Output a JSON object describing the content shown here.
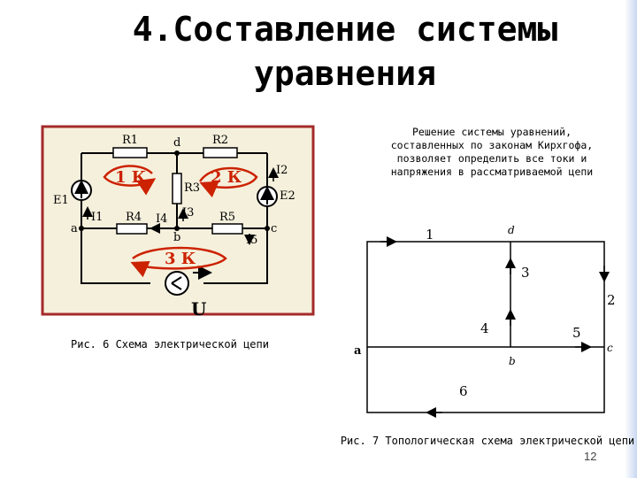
{
  "title": "4.Составление системы уравнения",
  "colors": {
    "circuit_background": "#f5f0dc",
    "circuit_border": "#a52a2a",
    "loop_arrow": "#cc2200",
    "wire": "#000000",
    "right_strip": "#c8d7f0"
  },
  "figure6": {
    "caption": "Рис. 6 Схема электрической цепи",
    "resistors": [
      "R1",
      "R2",
      "R3",
      "R4",
      "R5"
    ],
    "sources": [
      "E1",
      "E2"
    ],
    "currents": [
      "I1",
      "I2",
      "I3",
      "I4",
      "I5"
    ],
    "nodes": [
      "a",
      "b",
      "c",
      "d"
    ],
    "loops": [
      "1 К",
      "2 К",
      "3 К"
    ],
    "voltage_label": "U"
  },
  "figure7": {
    "caption": "Рис. 7 Топологическая схема электрической цепи",
    "nodes": [
      "a",
      "b",
      "c",
      "d"
    ],
    "branches": [
      "1",
      "2",
      "3",
      "4",
      "5",
      "6"
    ]
  },
  "description": "Решение системы уравнений, составленных по законам Кирхгофа, позволяет определить все токи и напряжения в рассматриваемой цепи",
  "page_number": "12"
}
